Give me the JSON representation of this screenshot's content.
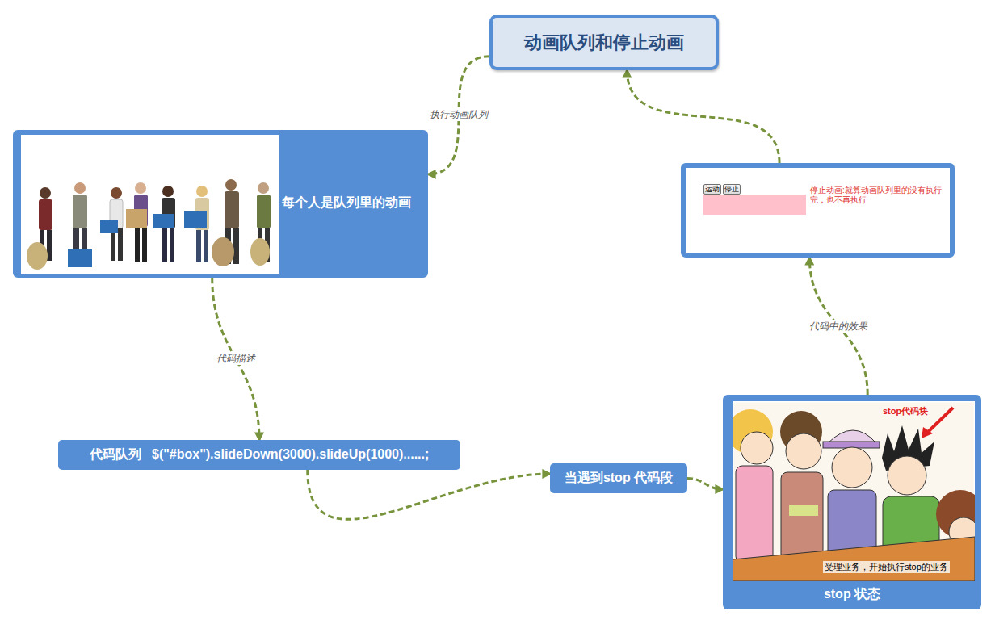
{
  "diagram": {
    "nodes": [
      {
        "text": [
          "动画队列和停止动画"
        ]
      },
      {
        "text": [
          "每个人是队列里的动画"
        ]
      },
      {
        "text": [
          "代码队列   $(\"#box\").slideDown(3000).slideUp(1000)......;"
        ]
      },
      {
        "text": [
          "当遇到stop 代码段"
        ]
      },
      {
        "text": [
          "stop 状态"
        ]
      },
      {
        "text": [
          "停止动画:就算动画队列里的没有执行完，也不再执行"
        ]
      },
      {
        "text": [
          "运动"
        ],
        "in": 5
      },
      {
        "text": [
          "停止"
        ],
        "in": 5
      }
    ],
    "edges": [
      {
        "from": 0,
        "to": 1,
        "arrow": "to",
        "label": "执行动画队列"
      },
      {
        "from": 1,
        "to": 2,
        "arrow": "to",
        "label": "代码描述"
      },
      {
        "from": 2,
        "to": 3,
        "arrow": "to"
      },
      {
        "from": 3,
        "to": 4,
        "arrow": "to"
      },
      {
        "from": 4,
        "to": 5,
        "arrow": "to",
        "label": "代码中的效果"
      },
      {
        "from": 5,
        "to": 0,
        "arrow": "to"
      }
    ],
    "labels": [
      "stop代码块",
      "受理业务，开始执行stop的业务"
    ]
  }
}
